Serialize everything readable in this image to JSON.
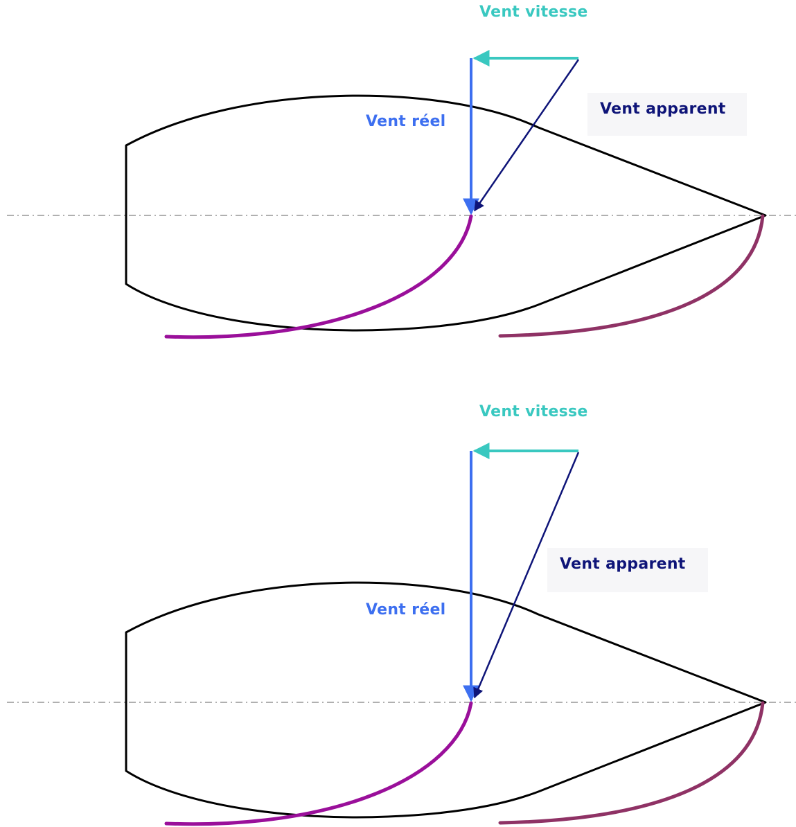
{
  "panels": [
    {
      "labels": {
        "speed_wind": "Vent vitesse",
        "real_wind": "Vent réel",
        "apparent_wind": "Vent apparent"
      }
    },
    {
      "labels": {
        "speed_wind": "Vent vitesse",
        "real_wind": "Vent réel",
        "apparent_wind": "Vent apparent"
      }
    }
  ],
  "colors": {
    "speed_wind": "#39c8c0",
    "real_wind": "#3d6ff0",
    "apparent_wind": "#0e1478",
    "front_sail": "#9a0f9a",
    "main_sail": "#8f3265",
    "hull": "#000000",
    "centerline": "#808080"
  }
}
